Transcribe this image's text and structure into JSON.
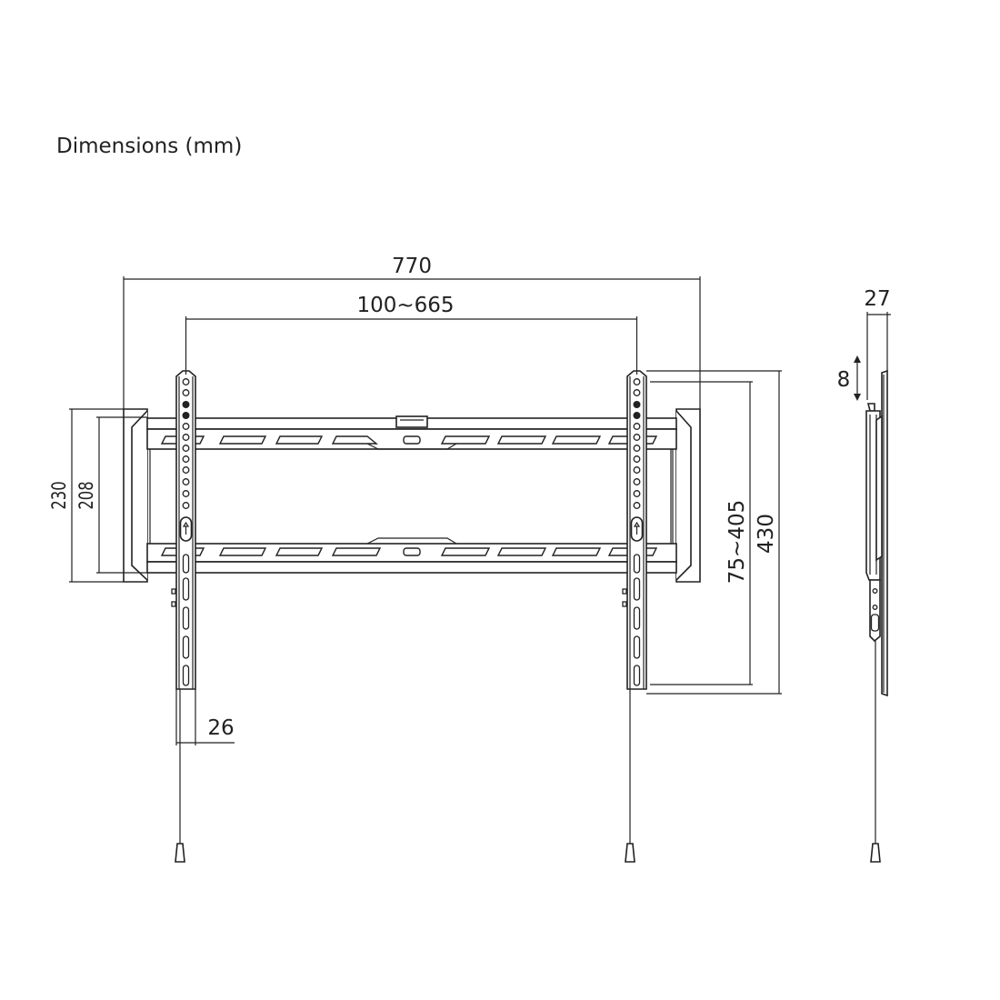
{
  "title": "Dimensions (mm)",
  "dimensions": {
    "overall_width": "770",
    "vesa_horizontal": "100~665",
    "overall_height_outer": "230",
    "overall_height_inner": "208",
    "vesa_vertical": "75~405",
    "arm_height": "430",
    "arm_width": "26",
    "depth": "27",
    "adjust": "8"
  },
  "colors": {
    "line": "#222222",
    "background": "#ffffff"
  }
}
